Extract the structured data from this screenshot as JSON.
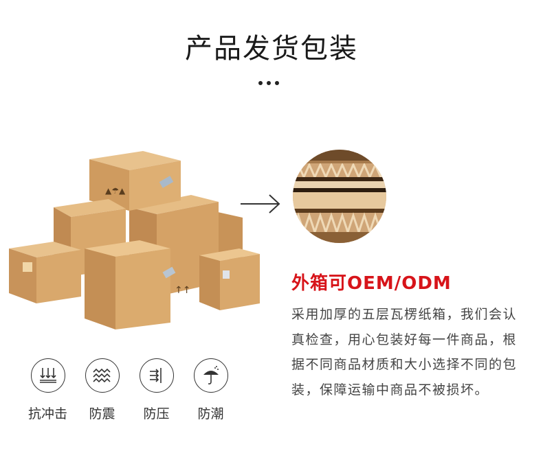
{
  "header": {
    "title": "产品发货包装"
  },
  "oem": {
    "title": "外箱可OEM/ODM",
    "description": "采用加厚的五层瓦楞纸箱，我们会认真检查，用心包装好每一件商品，根据不同商品材质和大小选择不同的包装，保障运输中商品不被损坏。"
  },
  "features": [
    {
      "icon": "impact-resistant-icon",
      "label": "抗冲击"
    },
    {
      "icon": "shock-proof-icon",
      "label": "防震"
    },
    {
      "icon": "pressure-proof-icon",
      "label": "防压"
    },
    {
      "icon": "moisture-proof-icon",
      "label": "防潮"
    }
  ],
  "colors": {
    "accent": "#d7141a",
    "cardboard": "#d9a86c",
    "text": "#444444"
  }
}
